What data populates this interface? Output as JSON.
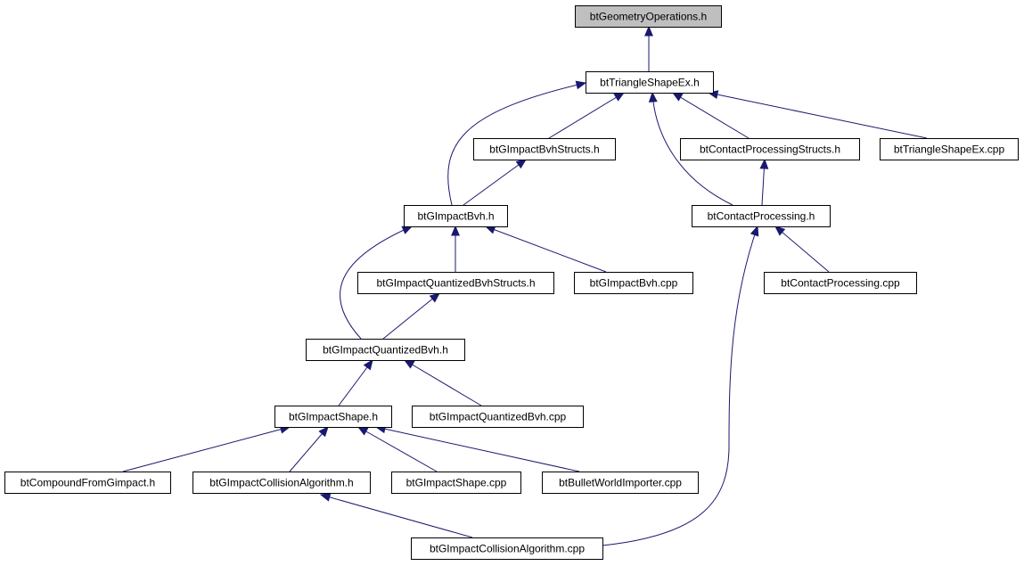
{
  "diagram": {
    "nodes": [
      {
        "id": "geomops",
        "label": "btGeometryOperations.h",
        "root": true
      },
      {
        "id": "trishape",
        "label": "btTriangleShapeEx.h"
      },
      {
        "id": "bvhstructs",
        "label": "btGImpactBvhStructs.h"
      },
      {
        "id": "cpstructs",
        "label": "btContactProcessingStructs.h"
      },
      {
        "id": "trishapecpp",
        "label": "btTriangleShapeEx.cpp"
      },
      {
        "id": "bvh",
        "label": "btGImpactBvh.h"
      },
      {
        "id": "cp",
        "label": "btContactProcessing.h"
      },
      {
        "id": "qbvhstructs",
        "label": "btGImpactQuantizedBvhStructs.h"
      },
      {
        "id": "bvhcpp",
        "label": "btGImpactBvh.cpp"
      },
      {
        "id": "cpcpp",
        "label": "btContactProcessing.cpp"
      },
      {
        "id": "qbvh",
        "label": "btGImpactQuantizedBvh.h"
      },
      {
        "id": "shape",
        "label": "btGImpactShape.h"
      },
      {
        "id": "qbvhcpp",
        "label": "btGImpactQuantizedBvh.cpp"
      },
      {
        "id": "compound",
        "label": "btCompoundFromGimpact.h"
      },
      {
        "id": "collalg",
        "label": "btGImpactCollisionAlgorithm.h"
      },
      {
        "id": "shapecpp",
        "label": "btGImpactShape.cpp"
      },
      {
        "id": "bwi",
        "label": "btBulletWorldImporter.cpp"
      },
      {
        "id": "collalgcpp",
        "label": "btGImpactCollisionAlgorithm.cpp"
      }
    ],
    "edges": [
      {
        "from": "trishape",
        "to": "geomops"
      },
      {
        "from": "bvhstructs",
        "to": "trishape"
      },
      {
        "from": "cpstructs",
        "to": "trishape"
      },
      {
        "from": "trishapecpp",
        "to": "trishape"
      },
      {
        "from": "bvh",
        "to": "trishape"
      },
      {
        "from": "cp",
        "to": "trishape"
      },
      {
        "from": "bvh",
        "to": "bvhstructs"
      },
      {
        "from": "cp",
        "to": "cpstructs"
      },
      {
        "from": "qbvhstructs",
        "to": "bvh"
      },
      {
        "from": "bvhcpp",
        "to": "bvh"
      },
      {
        "from": "qbvh",
        "to": "bvh"
      },
      {
        "from": "cpcpp",
        "to": "cp"
      },
      {
        "from": "collalgcpp",
        "to": "cp"
      },
      {
        "from": "qbvh",
        "to": "qbvhstructs"
      },
      {
        "from": "shape",
        "to": "qbvh"
      },
      {
        "from": "qbvhcpp",
        "to": "qbvh"
      },
      {
        "from": "compound",
        "to": "shape"
      },
      {
        "from": "collalg",
        "to": "shape"
      },
      {
        "from": "shapecpp",
        "to": "shape"
      },
      {
        "from": "bwi",
        "to": "shape"
      },
      {
        "from": "collalgcpp",
        "to": "collalg"
      }
    ],
    "colors": {
      "edge": "#191970",
      "root_fill": "#bfbfbf",
      "node_fill": "#ffffff",
      "node_stroke": "#000000"
    }
  }
}
